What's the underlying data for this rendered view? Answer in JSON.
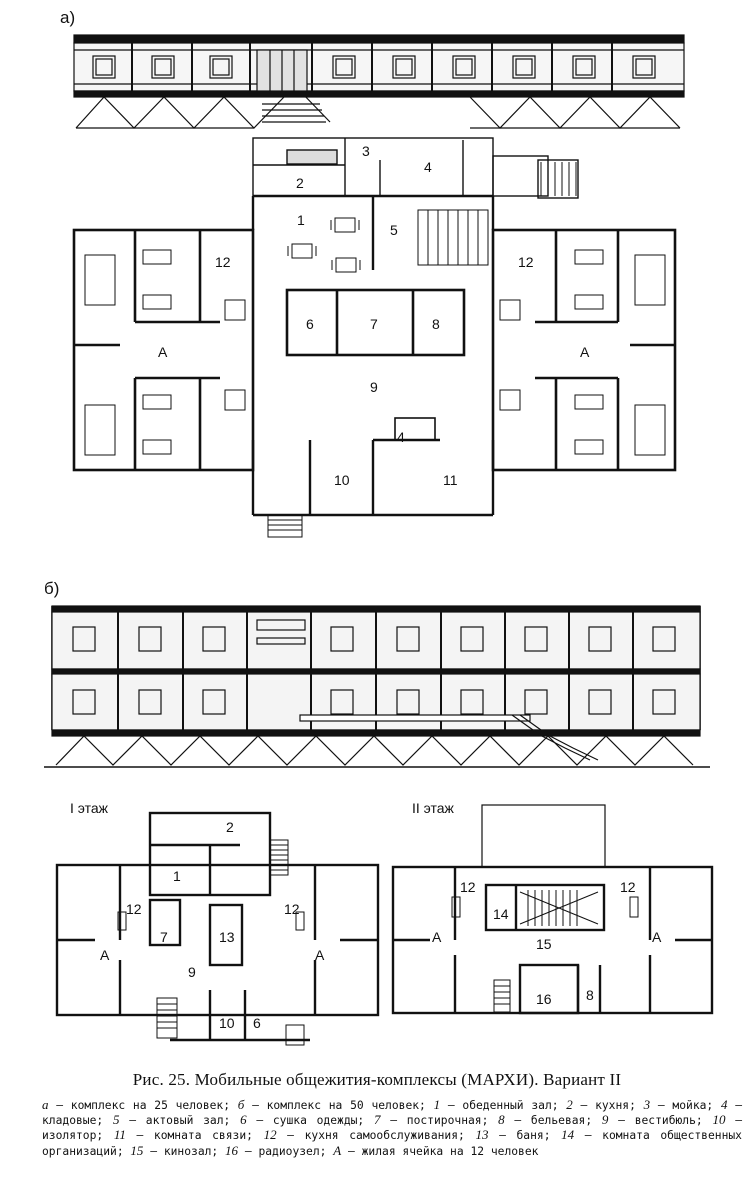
{
  "labels": {
    "section_a": "а)",
    "section_b": "б)",
    "floor_1": "I этаж",
    "floor_2": "II этаж",
    "plan_a_rooms": [
      "3",
      "4",
      "2",
      "1",
      "5",
      "12",
      "12",
      "6",
      "7",
      "8",
      "А",
      "А",
      "9",
      "4",
      "10",
      "11"
    ],
    "plan_b1_rooms": [
      "2",
      "1",
      "12",
      "12",
      "7",
      "13",
      "А",
      "А",
      "9",
      "10",
      "6"
    ],
    "plan_b2_rooms": [
      "12",
      "12",
      "14",
      "15",
      "А",
      "А",
      "16",
      "8"
    ]
  },
  "caption": "Рис. 25. Мобильные общежития-комплексы (МАРХИ). Вариант II",
  "legend": [
    {
      "key": "а",
      "text": " — комплекс на 25 человек; "
    },
    {
      "key": "б",
      "text": " — комплекс на 50 человек; "
    },
    {
      "key": "1",
      "text": " — обеденный зал; "
    },
    {
      "key": "2",
      "text": " — кухня; "
    },
    {
      "key": "3",
      "text": " — мойка; "
    },
    {
      "key": "4",
      "text": " — кладовые; "
    },
    {
      "key": "5",
      "text": " — актовый зал; "
    },
    {
      "key": "6",
      "text": " — сушка одежды; "
    },
    {
      "key": "7",
      "text": " — постирочная; "
    },
    {
      "key": "8",
      "text": " — бельевая; "
    },
    {
      "key": "9",
      "text": " — вестибюль; "
    },
    {
      "key": "10",
      "text": " — изолятор; "
    },
    {
      "key": "11",
      "text": " — комната связи; "
    },
    {
      "key": "12",
      "text": " — кухня самообслуживания; "
    },
    {
      "key": "13",
      "text": " — баня; "
    },
    {
      "key": "14",
      "text": " — комната общественных организаций; "
    },
    {
      "key": "15",
      "text": " — кинозал; "
    },
    {
      "key": "16",
      "text": " — радиоузел; "
    },
    {
      "key": "А",
      "text": " — жилая ячейка на 12 человек"
    }
  ]
}
